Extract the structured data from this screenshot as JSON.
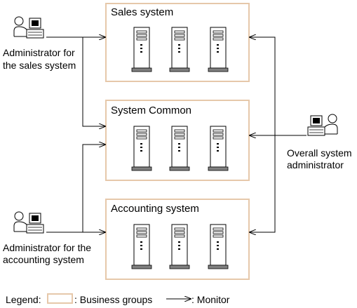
{
  "groups": [
    {
      "id": "sales",
      "title": "Sales system",
      "server_count": 3
    },
    {
      "id": "common",
      "title": "System Common",
      "server_count": 3
    },
    {
      "id": "accounting",
      "title": "Accounting system",
      "server_count": 3
    }
  ],
  "actors": {
    "sales_admin": {
      "line1": "Administrator for",
      "line2": "the sales system",
      "icon": "administrator-workstation-icon"
    },
    "accounting_admin": {
      "line1": "Administrator for the",
      "line2": "accounting system",
      "icon": "administrator-workstation-icon"
    },
    "overall_admin": {
      "line1": "Overall system",
      "line2": "administrator",
      "icon": "administrator-workstation-icon"
    }
  },
  "legend": {
    "prefix": "Legend:",
    "business_groups": ": Business groups",
    "monitor": ": Monitor"
  },
  "colors": {
    "group_border": "#e6c8aa",
    "lines": "#000000",
    "server_base": "#808080"
  }
}
